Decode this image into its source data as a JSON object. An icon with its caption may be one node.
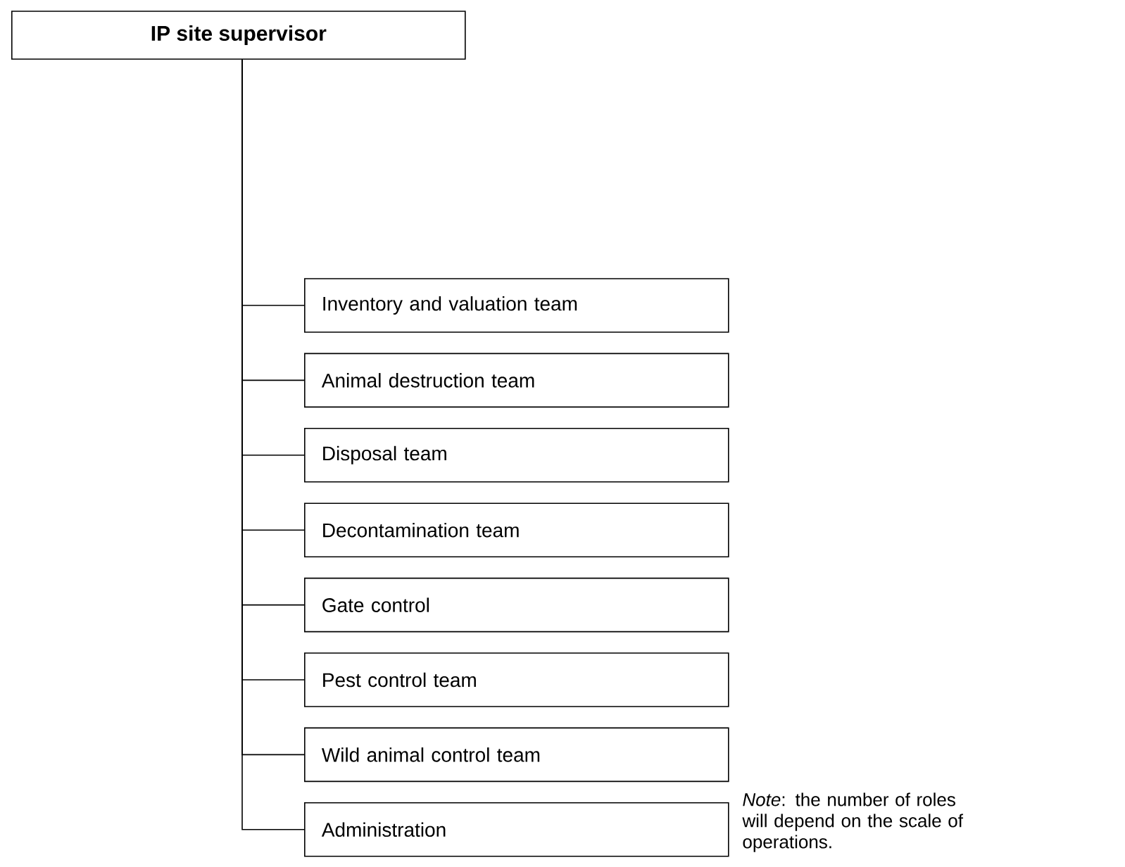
{
  "diagram": {
    "nodes": [
      {
        "text": [
          "IP site supervisor"
        ]
      },
      {
        "text": [
          "Inventory and valuation team"
        ]
      },
      {
        "text": [
          "Animal destruction team"
        ]
      },
      {
        "text": [
          "Disposal team"
        ]
      },
      {
        "text": [
          "Decontamination team"
        ]
      },
      {
        "text": [
          "Gate control"
        ]
      },
      {
        "text": [
          "Pest control team"
        ]
      },
      {
        "text": [
          "Wild animal control team"
        ]
      },
      {
        "text": [
          "Administration"
        ]
      }
    ],
    "edges": [
      {
        "from": 0,
        "to": 1,
        "arrow": "none"
      },
      {
        "from": 0,
        "to": 2,
        "arrow": "none"
      },
      {
        "from": 0,
        "to": 3,
        "arrow": "none"
      },
      {
        "from": 0,
        "to": 4,
        "arrow": "none"
      },
      {
        "from": 0,
        "to": 5,
        "arrow": "none"
      },
      {
        "from": 0,
        "to": 6,
        "arrow": "none"
      },
      {
        "from": 0,
        "to": 7,
        "arrow": "none"
      },
      {
        "from": 0,
        "to": 8,
        "arrow": "none"
      }
    ],
    "labels": [
      "*Note*: the number of roles will depend on the scale of operations."
    ]
  }
}
